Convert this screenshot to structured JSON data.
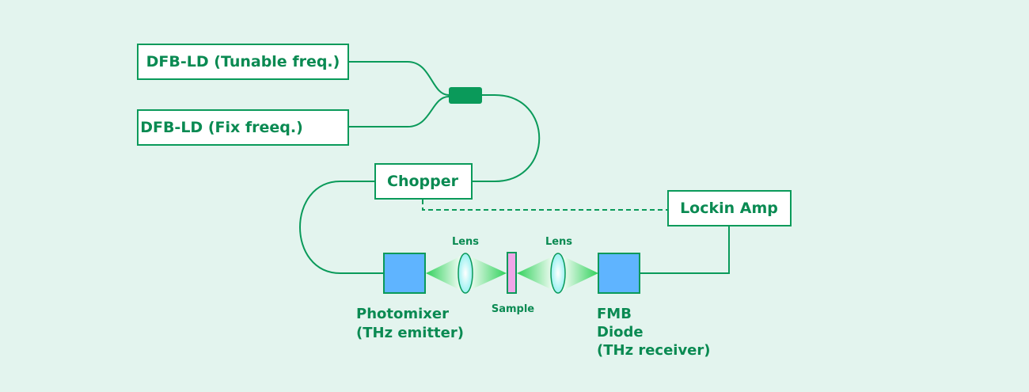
{
  "diagram": {
    "dfb_tunable": "DFB-LD (Tunable freq.)",
    "dfb_fix": "DFB-LD (Fix freeq.)",
    "chopper": "Chopper",
    "lockin": "Lockin Amp",
    "lens_left": "Lens",
    "lens_right": "Lens",
    "sample": "Sample",
    "photomixer_line1": "Photomixer",
    "photomixer_line2": "(THz emitter)",
    "receiver_line1": "FMB",
    "receiver_line2": "Diode",
    "receiver_line3": "(THz receiver)"
  },
  "colors": {
    "background": "#e3f4ee",
    "accent": "#0a9a5a",
    "device_blue": "#5fb4ff",
    "sample_pink": "#f0a6e8",
    "beam_green": "#2fd15a"
  }
}
